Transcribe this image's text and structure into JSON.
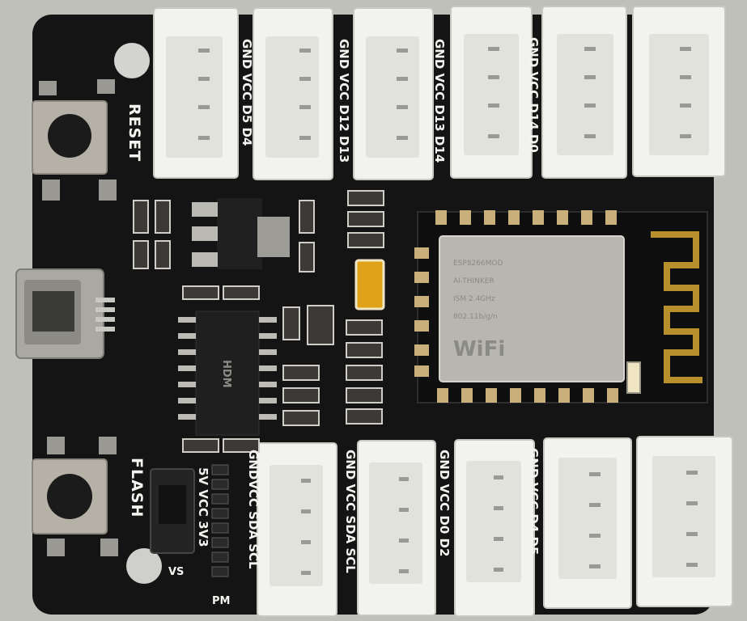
{
  "board": {
    "colors": {
      "background": "#bfc0ba",
      "pcb": "#141414",
      "silkscreen": "#f4f4f0",
      "connector": "#f2f2ee",
      "module_shield": "#b8b6ae",
      "antenna_gold": "#b8902e",
      "capacitor": "#e0a21a"
    },
    "labels": {
      "reset": "RESET",
      "flash": "FLASH",
      "power_select": "5V  VCC  3V3",
      "vs": "VS",
      "pm": "PM",
      "chip": "HDM"
    },
    "top_pins": [
      "GND VCC D5  D4",
      "GND VCC D12 D13",
      "GND VCC D13 D14",
      "GND VCC D14 D0"
    ],
    "bottom_pins": [
      "GNDVCC SDA SCL",
      "GND VCC SDA SCL",
      "GND VCC D0  D2",
      "GND VCC D4  D5"
    ],
    "module_text": [
      "ESP8266MOD",
      "AI-THINKER",
      "ISM 2.4GHz",
      "802.11b/g/n",
      "WiFi"
    ]
  }
}
